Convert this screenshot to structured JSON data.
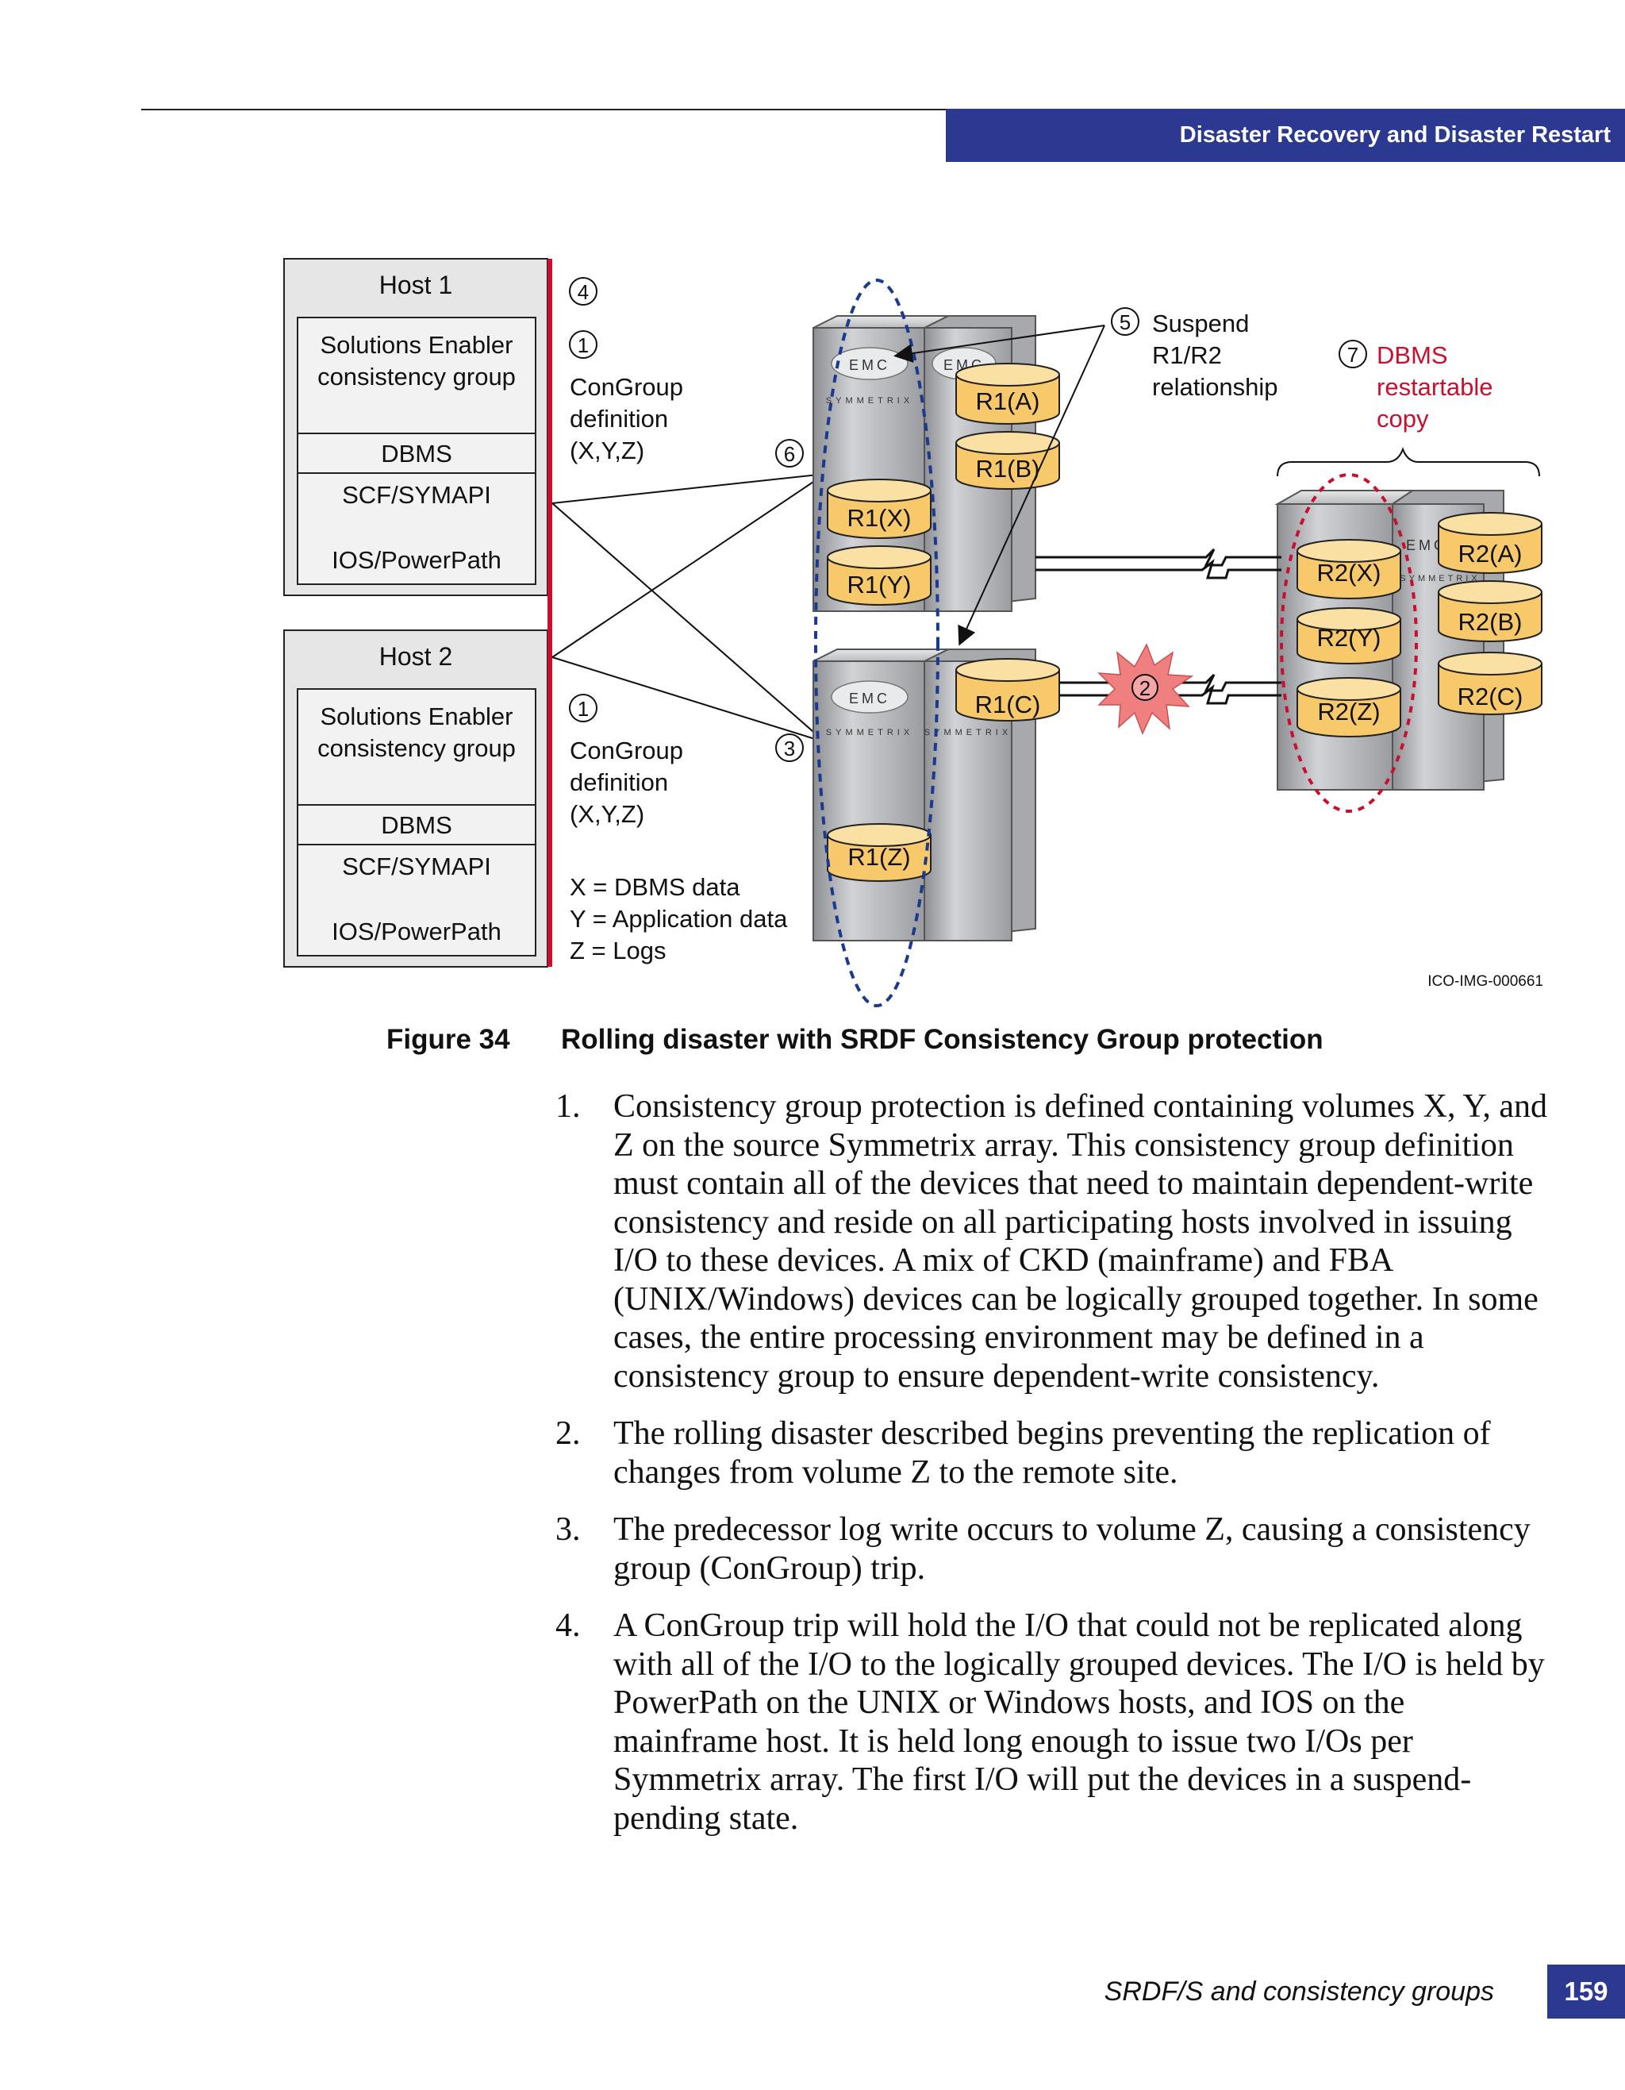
{
  "header": {
    "section_title": "Disaster Recovery and Disaster Restart"
  },
  "figure": {
    "host1": {
      "title": "Host 1",
      "line1": "Solutions Enabler",
      "line2": "consistency group",
      "dbms": "DBMS",
      "scf": "SCF/SYMAPI",
      "ios": "IOS/PowerPath"
    },
    "host2": {
      "title": "Host 2",
      "line1": "Solutions Enabler",
      "line2": "consistency group",
      "dbms": "DBMS",
      "scf": "SCF/SYMAPI",
      "ios": "IOS/PowerPath"
    },
    "step_markers": [
      "1",
      "2",
      "3",
      "4",
      "5",
      "6",
      "7"
    ],
    "congroup_def": {
      "line1": "ConGroup",
      "line2": "definition",
      "line3": "(X,Y,Z)"
    },
    "suspend": {
      "line1": "Suspend",
      "line2": "R1/R2",
      "line3": "relationship"
    },
    "dbms_copy": {
      "line1": "DBMS",
      "line2": "restartable",
      "line3": "copy"
    },
    "legend": {
      "x": "X = DBMS data",
      "y": "Y = Application data",
      "z": "Z = Logs"
    },
    "volumes": {
      "r1a": "R1(A)",
      "r1b": "R1(B)",
      "r1c": "R1(C)",
      "r1x": "R1(X)",
      "r1y": "R1(Y)",
      "r1z": "R1(Z)",
      "r2a": "R2(A)",
      "r2b": "R2(B)",
      "r2c": "R2(C)",
      "r2x": "R2(X)",
      "r2y": "R2(Y)",
      "r2z": "R2(Z)"
    },
    "array_logo": "EMC",
    "array_brand": "SYMMETRIX",
    "image_id": "ICO-IMG-000661",
    "colors": {
      "volume_fill": "#f7c96a",
      "accent_red": "#c8102e",
      "dash_blue": "#1a3a8f",
      "burst": "#f08080"
    }
  },
  "caption": {
    "label": "Figure 34",
    "title": "Rolling disaster with SRDF Consistency Group protection"
  },
  "steps": [
    {
      "num": "1.",
      "text": "Consistency group protection is defined containing volumes X, Y, and Z on the source Symmetrix array. This consistency group definition must contain all of the devices that need to maintain dependent-write consistency and reside on all participating hosts involved in issuing I/O to these devices. A mix of CKD (mainframe) and FBA (UNIX/Windows) devices can be logically grouped together. In some cases, the entire processing environment may be defined in a consistency group to ensure dependent-write consistency."
    },
    {
      "num": "2.",
      "text": "The rolling disaster described begins preventing the replication of changes from volume Z to the remote site."
    },
    {
      "num": "3.",
      "text": "The predecessor log write occurs to volume Z, causing a consistency group (ConGroup) trip."
    },
    {
      "num": "4.",
      "text": "A ConGroup trip will hold the I/O that could not be replicated along with all of the I/O to the logically grouped devices. The I/O is held by PowerPath on the UNIX or Windows hosts, and IOS on the mainframe host. It is held long enough to issue two I/Os per Symmetrix array. The first I/O will put the devices in a suspend-pending state."
    }
  ],
  "footer": {
    "section": "SRDF/S and consistency groups",
    "page": "159"
  }
}
